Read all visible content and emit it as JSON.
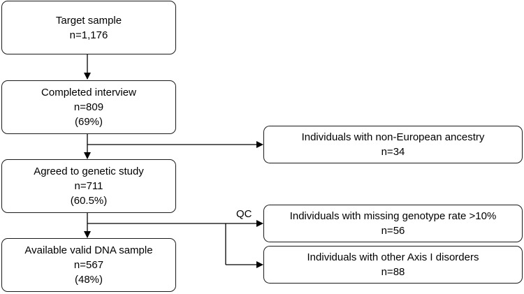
{
  "flow": {
    "target": {
      "title": "Target sample",
      "count": "n=1,176"
    },
    "interview": {
      "title": "Completed interview",
      "count": "n=809",
      "percent": "(69%)"
    },
    "genetic": {
      "title": "Agreed to genetic study",
      "count": "n=711",
      "percent": "(60.5%)"
    },
    "dna": {
      "title": "Available valid DNA sample",
      "count": "n=567",
      "percent": "(48%)"
    }
  },
  "exclusions": {
    "ancestry": {
      "title": "Individuals with non-European ancestry",
      "count": "n=34"
    },
    "missing": {
      "title": "Individuals with missing genotype rate >10%",
      "count": "n=56"
    },
    "axis": {
      "title": "Individuals with other Axis I disorders",
      "count": "n=88"
    }
  },
  "qc_label": "QC"
}
